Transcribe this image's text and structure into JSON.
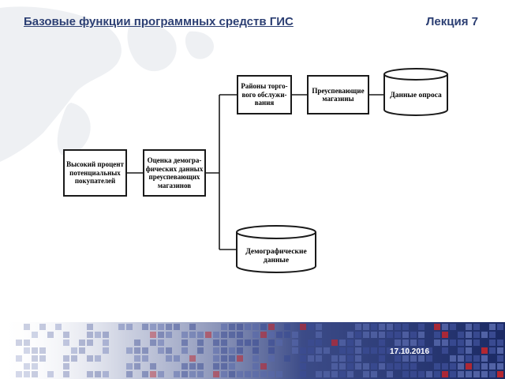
{
  "header": {
    "title": "Базовые функции программных средств ГИС",
    "lecture": "Лекция 7"
  },
  "footer": {
    "date": "17.10.2016"
  },
  "colors": {
    "title": "#2c3f73",
    "footer_band": "#1b2a64",
    "footer_accent": "#c0272d",
    "node_border": "#1a1a1a"
  },
  "diagram": {
    "nodes": {
      "high_percent": "Высокий процент\nпотенциальных\nпокупателей",
      "demographic_assessment": "Оценка демогра-\nфических данных\nпреуспевающих\nмагазинов",
      "trade_areas": "Районы торго-\nвого обслужи-\nвания",
      "successful_stores": "Преуспевающие\nмагазины",
      "survey_data": "Данные опроса",
      "demographic_data": "Демографические\nданные"
    }
  }
}
